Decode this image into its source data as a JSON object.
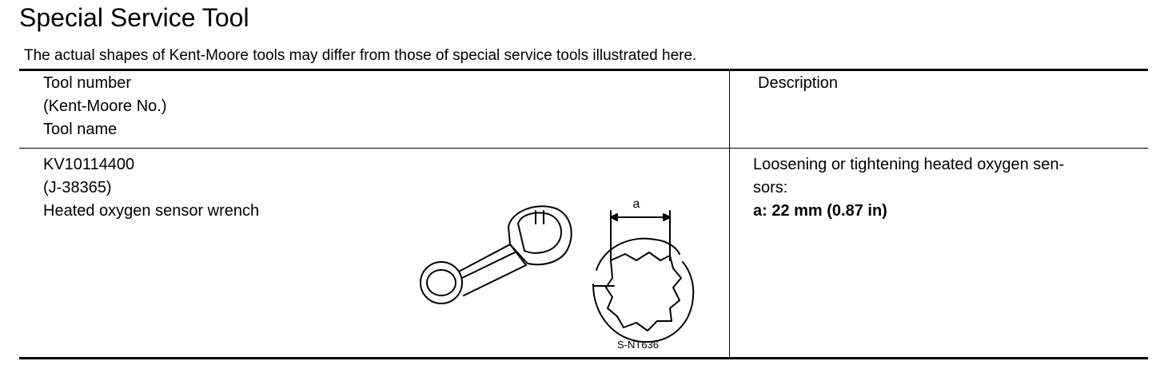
{
  "page_title": "Special Service Tool",
  "note": "The actual shapes of Kent-Moore tools may differ from those of special service tools illustrated here.",
  "table": {
    "header": {
      "tool_col": [
        "Tool number",
        "(Kent-Moore No.)",
        "Tool name"
      ],
      "description_col": "Description"
    },
    "rows": [
      {
        "tool_number": "KV10114400",
        "kent_moore_no": "(J-38365)",
        "tool_name": "Heated oxygen sensor wrench",
        "description_line1": "Loosening or tightening heated oxygen sen-",
        "description_line2": "sors:",
        "spec": "a: 22 mm (0.87 in)",
        "figure_dimension_label": "a",
        "figure_code": "S-NT636"
      }
    ]
  }
}
